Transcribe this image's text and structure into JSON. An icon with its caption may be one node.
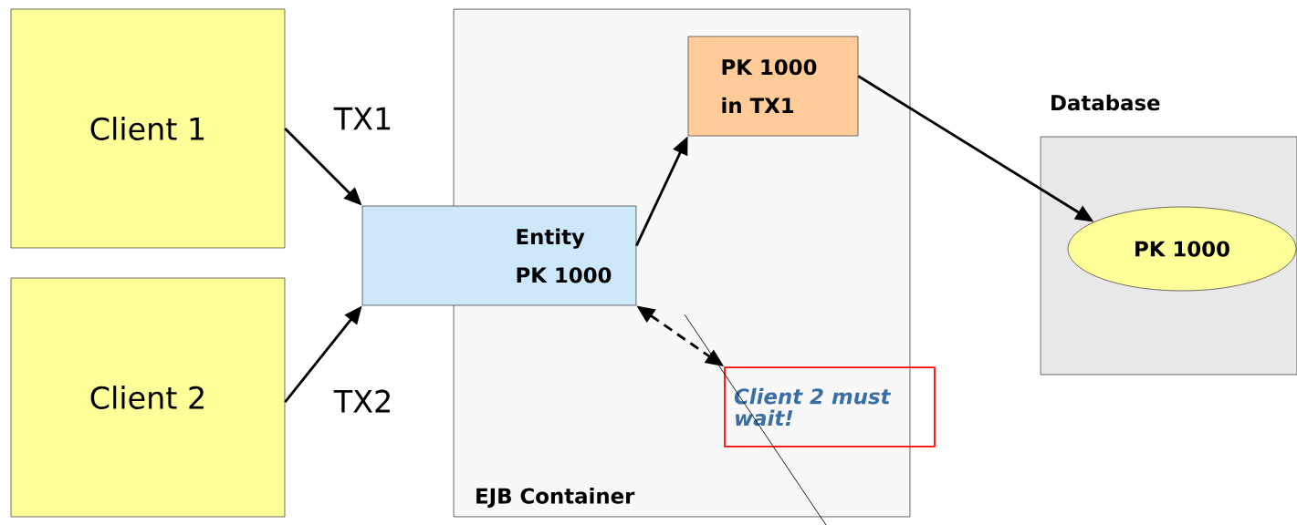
{
  "diagram": {
    "nodes": [
      {
        "text": [
          "Client 1"
        ]
      },
      {
        "text": [
          "Client 2"
        ]
      },
      {
        "text": [
          "EJB Container"
        ]
      },
      {
        "text": [
          "Entity PK 1000"
        ]
      },
      {
        "text": [
          "PK 1000 in TX1"
        ],
        "in": 2
      },
      {
        "text": [
          "Database"
        ]
      },
      {
        "text": [
          "PK 1000"
        ],
        "in": 5
      },
      {
        "text": [
          "Client 2 must wait!"
        ]
      }
    ],
    "edges": [
      {
        "from": 0,
        "to": 3,
        "arrow": "to",
        "label": "TX1"
      },
      {
        "from": 1,
        "to": 3,
        "arrow": "to",
        "label": "TX2"
      },
      {
        "from": 3,
        "to": 4,
        "arrow": "to"
      },
      {
        "from": 4,
        "to": 6,
        "arrow": "to"
      },
      {
        "from": 3,
        "to": 7,
        "arrow": "both",
        "style": "dashed"
      }
    ]
  }
}
